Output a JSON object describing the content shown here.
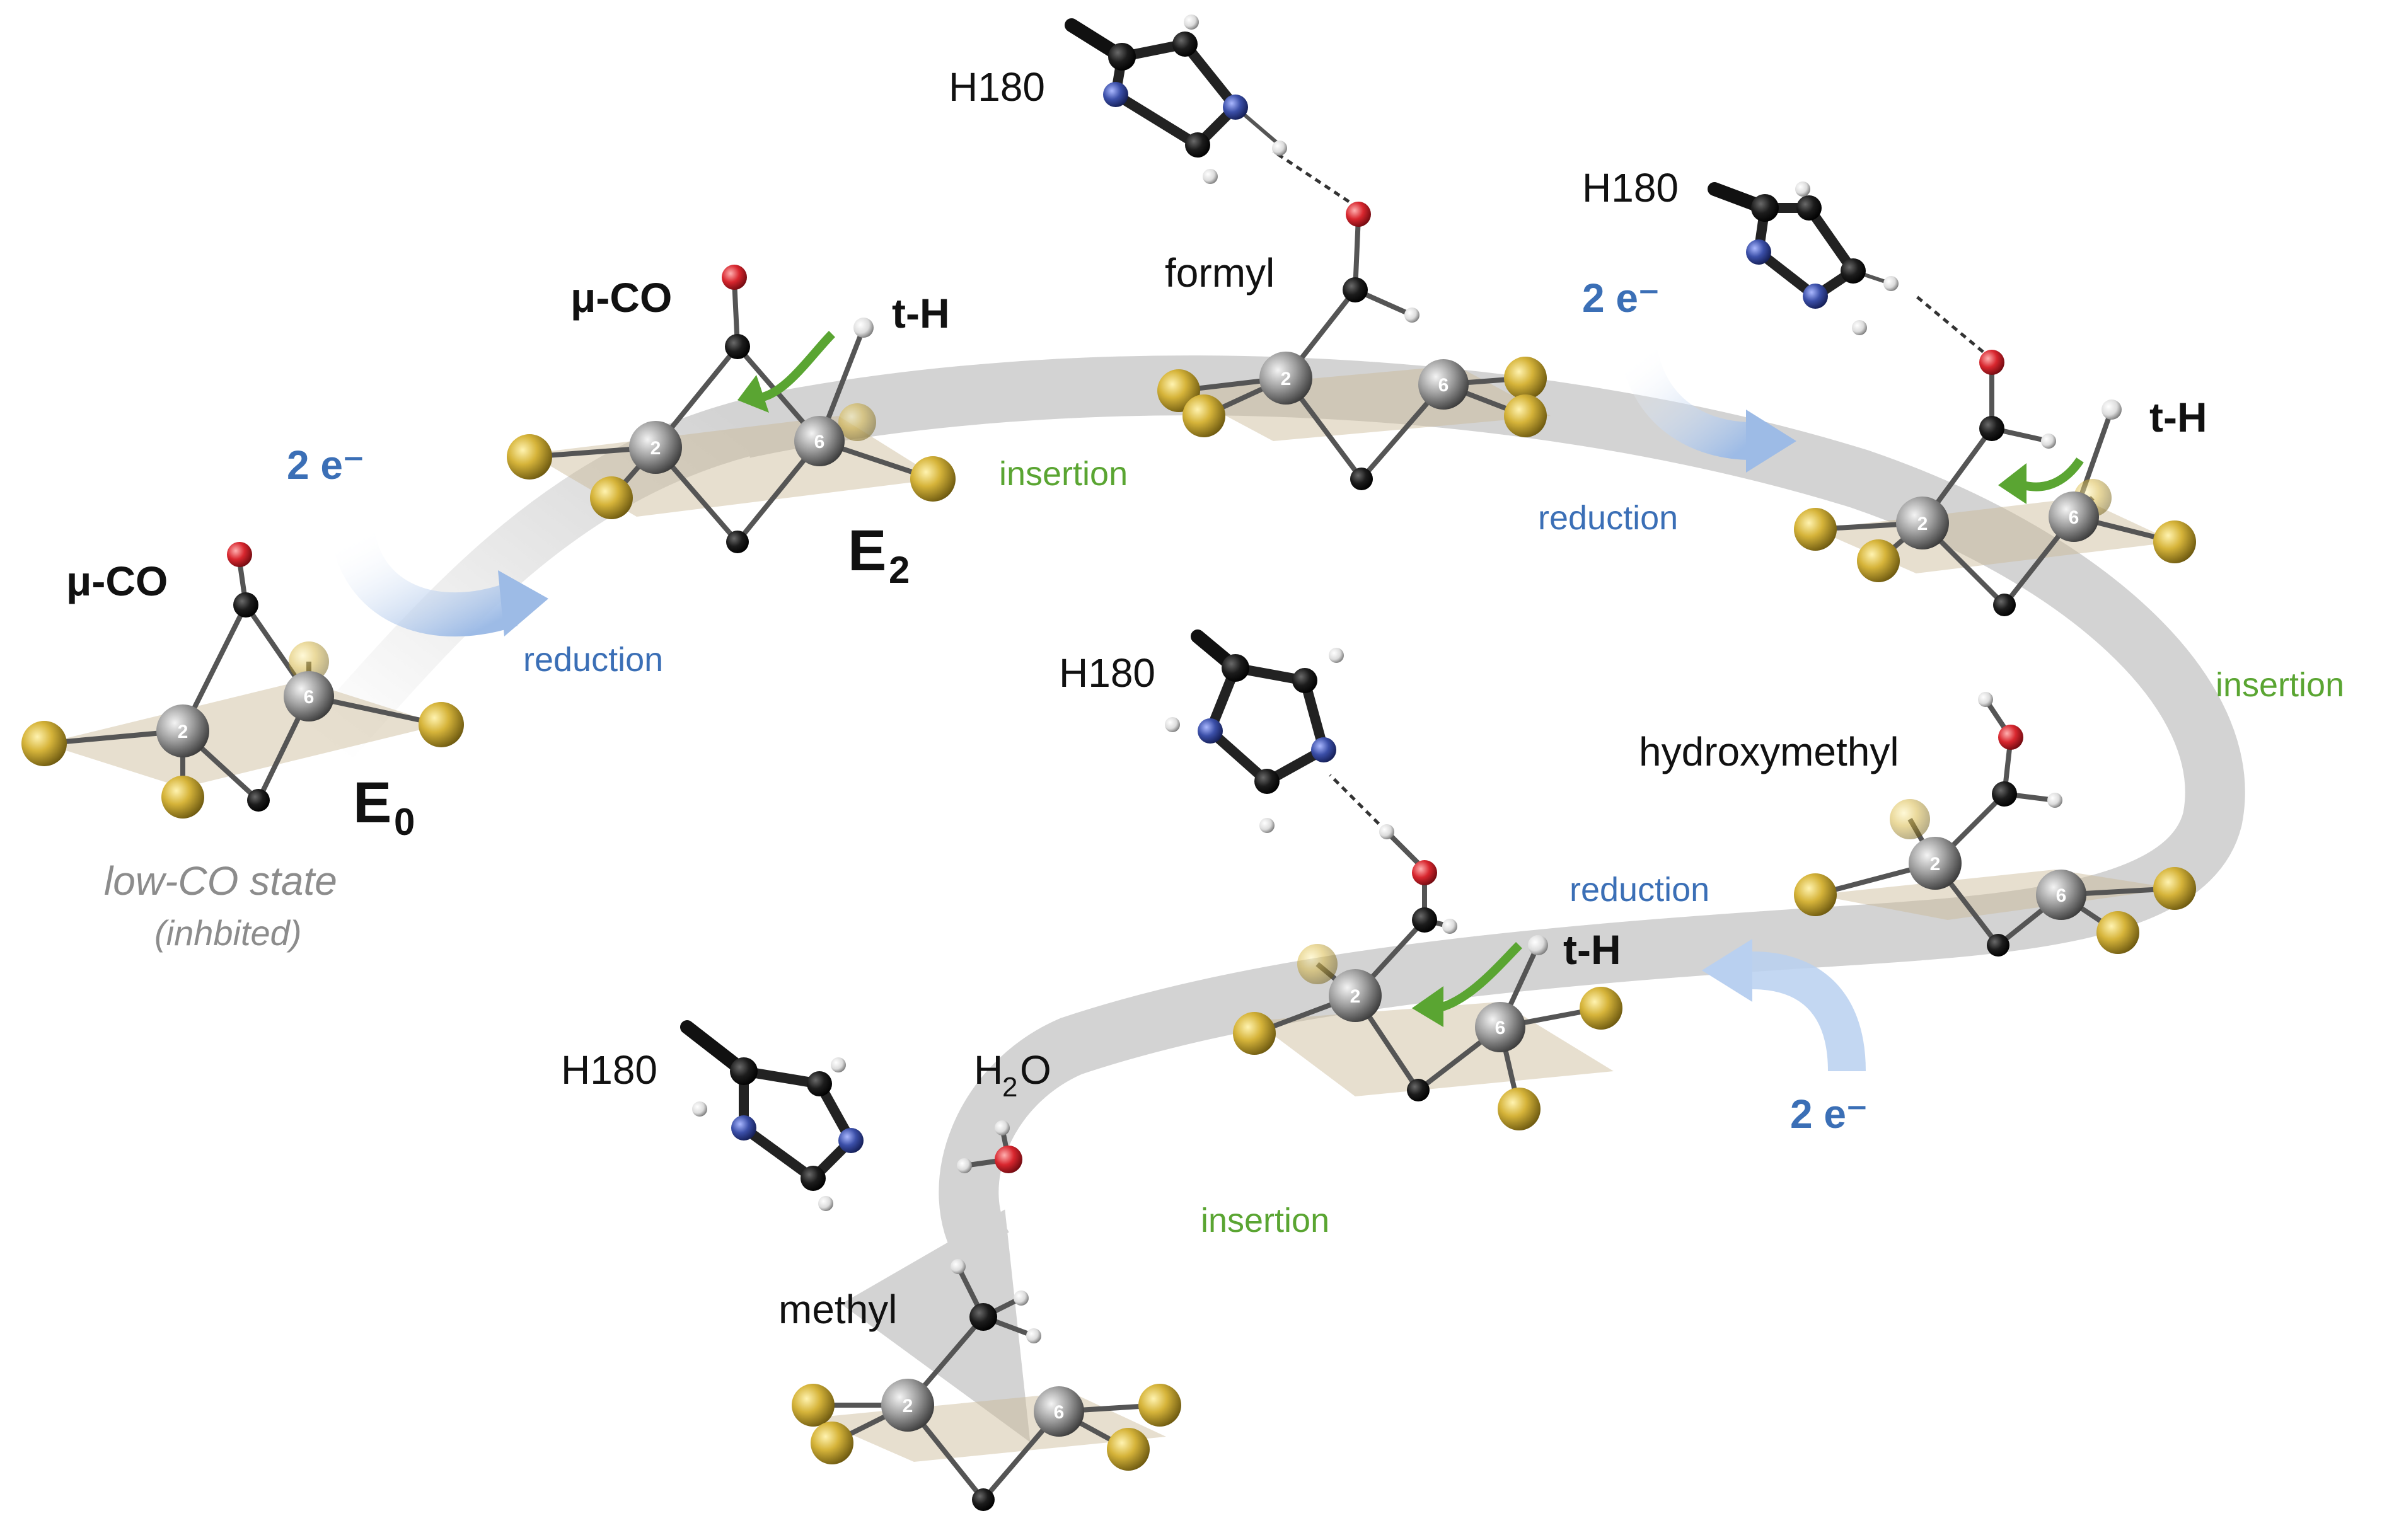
{
  "labels": {
    "e0": "E",
    "e0_sub": "0",
    "e2": "E",
    "e2_sub": "2",
    "mu_co": "μ-CO",
    "t_h": "t-H",
    "h180": "H180",
    "formyl": "formyl",
    "hydroxymethyl": "hydroxymethyl",
    "methyl": "methyl",
    "h2o_h": "H",
    "h2o_2": "2",
    "h2o_o": "O",
    "low_co_state": "low-CO state",
    "inhibited": "(inhbited)",
    "two_electrons": "2 e⁻",
    "reduction": "reduction",
    "insertion": "insertion",
    "fe_2": "2",
    "fe_6": "6"
  },
  "colors": {
    "sulfur": "#c9a728",
    "iron": "#9a9a9a",
    "carbon": "#1a1a1a",
    "oxygen": "#d0242c",
    "nitrogen": "#3b4fa8",
    "hydrogen": "#e8e8e8",
    "cycle_arrow": "#d3d3d3",
    "reduction_text": "#3b6fb6",
    "insertion_text": "#5aa532",
    "electron_arrow": "#aec8ea",
    "plane": "#c9b995"
  }
}
